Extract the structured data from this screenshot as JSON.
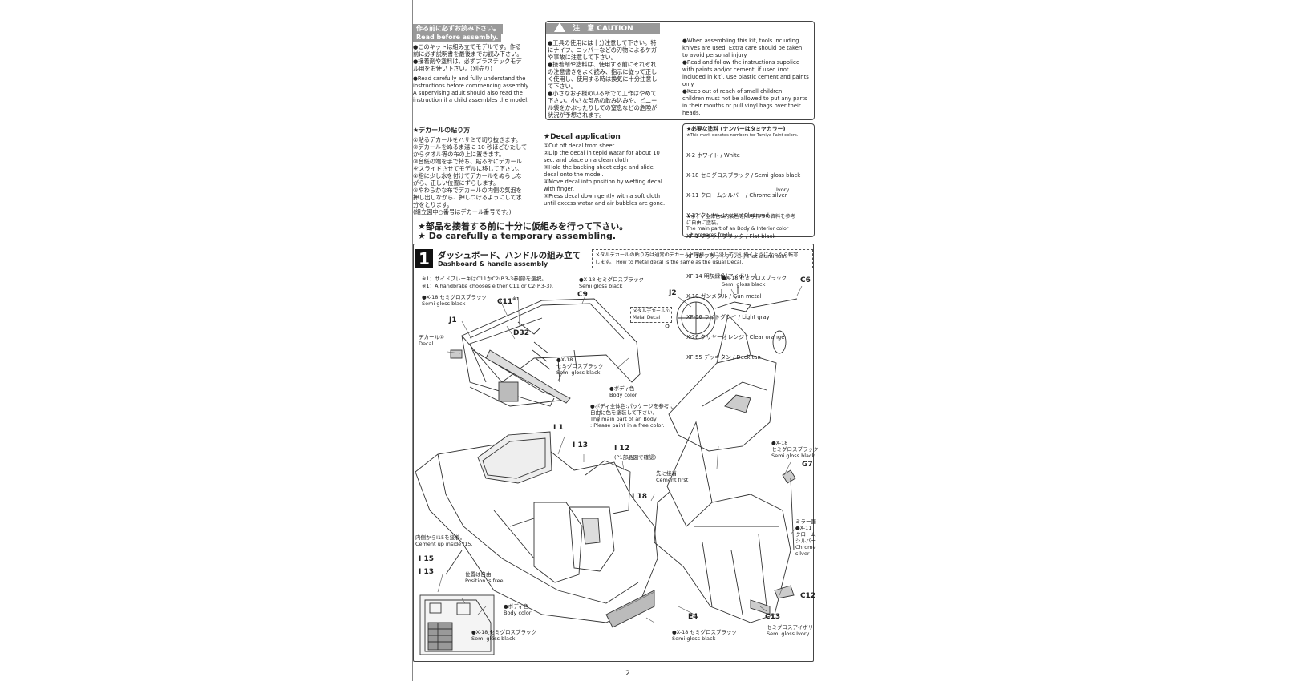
{
  "read_before": {
    "title_jp": "作る前に必ずお読み下さい。",
    "title_en": "Read before assembly.",
    "jp": "●このキットは組み立てモデルです。作る\n前に必ず説明書を最後までお読み下さい。\n●接着剤や塗料は、必ずプラスチックモデ\nル用をお使い下さい。(別売り)",
    "en": "●Read carefully and fully understand the\ninstructions before commencing assembly.\nA supervising adult should also read the\ninstruction if a child assembles the model."
  },
  "caution": {
    "title": "注　意  CAUTION",
    "jp": "●工具の使用には十分注意して下さい。特\nにナイフ、ニッパーなどの刃物によるケガ\nや事故に注意して下さい。\n●接着剤や塗料は、使用する前にそれぞれ\nの注意書きをよく読み、指示に従って正し\nく使用し、使用する時は換気に十分注意し\nて下さい。\n●小さなお子様のいる所での工作はやめて\n下さい。小さな部品の飲み込みや、ビニー\nル袋をかぶったりしての窒息などの危険が\n状況が予想されます。",
    "en": "●When assembling this kit, tools including\nknives are used. Extra care should be taken\nto avoid personal injury.\n●Read and follow the instructions supplied\nwith paints and/or cement, if used (not\nincluded in kit). Use plastic cement and paints\nonly.\n●Keep out of reach of small children.\nchildren must not be allowed to put any parts\nin their mouths or pull vinyl bags over their\nheads."
  },
  "decal_jp": {
    "title": "★デカールの貼り方",
    "body": "①貼るデカールをハサミで切り抜きます。\n②デカールをぬるま湯に 10 秒ほどひたして\nからタオル等の布の上に置きます。\n③台紙の端を手で持ち、貼る所にデカール\nをスライドさせてモデルに移して下さい。\n④指に少し水を付けてデカールをぬらしな\nがら、正しい位置にずらします。\n⑤やわらかな布でデカールの内側の気泡を\n押し出しながら、押しつけるようにして水\n分をとります。\n(組立図中○番号はデカール番号です。)"
  },
  "decal_en": {
    "title": "★Decal application",
    "body": "①Cut off decal from sheet.\n②Dip the decal in tepid watar for about 10\nsec. and place on a clean cloth.\n③Hold the backing sheet edge and slide\ndecal onto the model.\n④Move decal into position by wetting decal\nwith finger.\n⑤Press decal down gently with a soft cloth\nuntil excess watar and air bubbles are gone."
  },
  "paints": {
    "title": "★必要な塗料 (ナンバーはタミヤカラー)",
    "note": "★This mark denotes numbers for Tamiya Paint colors.",
    "items": [
      "X-2 ホワイト / White",
      "X-18 セミグロスブラック / Semi gloss black",
      "X-11 クロームシルバー / Chrome silver",
      "X-27 クリヤーレッド / Clear red",
      "XF-1 フラットブラック / Flat black",
      "XF-16 フラットアルミ / Flat aluminum",
      "XF-14 明灰緑色(アイボリー)",
      "X-10 ガンメタル / Gun metal",
      "XF-66 ライトグレイ / Light gray",
      "X-26 クリヤーオレンジ / Clear orange",
      "XF-55 デッキタン / Deck tan"
    ],
    "ivory": "Ivory",
    "body_note": "★ボディ全体色&内装色等/お手持ちの資料を参考\nに自由に塗装。\nThe main part of an Body & Interior color\n: It prepares freely."
  },
  "temp_assembly": {
    "jp": "★部品を接着する前に十分に仮組みを行って下さい。",
    "en": "★ Do carefully a temporary assembling."
  },
  "step": {
    "number": "1",
    "title_jp": "ダッシュボード、ハンドルの組み立て",
    "title_en": "Dashboard & handle assembly",
    "metal_note": "メタルデカールの貼り方は通常のデカールと同様、水に浸して少し緩くようになったら転写\nします。 How to Metal decal is the same as the usual Decal.",
    "note1_jp": "※1：サイドブレーキはC11かC2(P.3-3参照)を選択。",
    "note1_en": "※1：A handbrake chooses either C11 or C2(P.3-3)."
  },
  "labels": {
    "x18_a": "●X-18 セミグロスブラック\nSemi gloss black",
    "x18_b": "●X-18 セミグロスブラック\nSemi gloss black",
    "x18_c": "●X-18 セミグロスブラック\nSemi gloss black",
    "x18_d": "●X-18\nセミグロスブラック\nSemi gloss black",
    "x18_e": "●X-18\nセミグロスブラック\nSemi gloss black",
    "x18_f": "●X-18 セミグロスブラック\nSemi gloss black",
    "x18_g": "●X-18 セミグロスブラック\nSemi gloss black",
    "decal1": "デカール①\nDecal",
    "metal_decal": "メタルデカール①\nMetal Decal",
    "body_color_a": "●ボディ色\nBody color",
    "body_note": "●ボディ全体色:パッケージを参考に\n自由に色を塗装して下さい。\nThe main part of an Body\n: Please paint in a free color.",
    "i12_note": "(P1部品図で確認)",
    "cement_first": "先に接着\nCement first",
    "cement_inside": "内側からI15を接着。\nCement up inside I15.",
    "position_free": "位置は自由\nPosition is free",
    "body_color_b": "●ボディ色\nBody color",
    "mirror": "ミラー面\n●X-11\nクローム\nシルバー\nChrome\nsilver",
    "ivory": "セミグロスアイボリー\nSemi gloss Ivory"
  },
  "parts": {
    "c11": "C11",
    "c11_mark": "※1",
    "c9": "C9",
    "j1": "J1",
    "d32": "D32",
    "j2": "J2",
    "c6": "C6",
    "i1": "I 1",
    "i13": "I 13",
    "i12": "I 12",
    "i18": "I 18",
    "g7": "G7",
    "i15": "I 15",
    "i13b": "I 13",
    "e4": "E4",
    "c12": "C12",
    "c13": "C13"
  },
  "page_number": "2"
}
